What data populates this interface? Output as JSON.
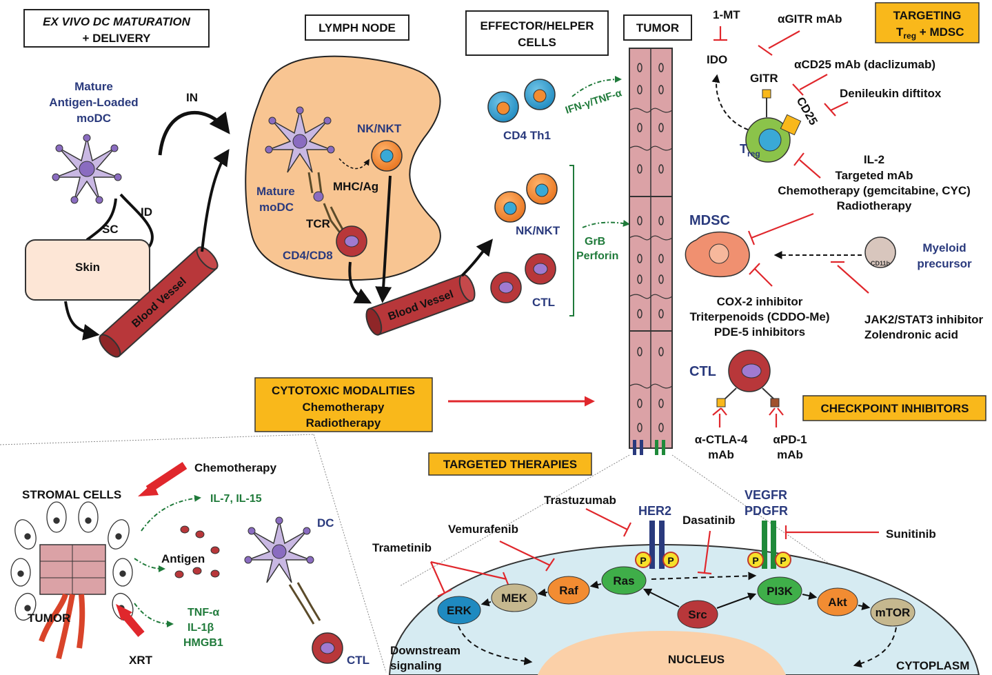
{
  "boxes": {
    "exvivo_line1": "EX VIVO DC MATURATION",
    "exvivo_line2": "+ DELIVERY",
    "lymph_node": "LYMPH NODE",
    "effector_line1": "EFFECTOR/HELPER",
    "effector_line2": "CELLS",
    "tumor": "TUMOR",
    "targeting_line1": "TARGETING",
    "targeting_line2": "T",
    "targeting_sub": "reg",
    "targeting_line2b": " + MDSC",
    "cytotoxic_line1": "CYTOTOXIC MODALITIES",
    "cytotoxic_line2": "Chemotherapy",
    "cytotoxic_line3": "Radiotherapy",
    "checkpoint": "CHECKPOINT INHIBITORS",
    "targeted": "TARGETED THERAPIES"
  },
  "exvivo": {
    "modc_line1": "Mature",
    "modc_line2": "Antigen-Loaded",
    "modc_line3": "moDC",
    "in": "IN",
    "id": "ID",
    "sc": "SC",
    "skin": "Skin",
    "blood_vessel": "Blood Vessel"
  },
  "lymph": {
    "nk_nkt": "NK/NKT",
    "mhc_ag": "MHC/Ag",
    "mature": "Mature",
    "modc": "moDC",
    "tcr": "TCR",
    "cd4cd8": "CD4/CD8",
    "blood_vessel": "Blood Vessel"
  },
  "effector": {
    "ifn": "IFN-γ/TNF-α",
    "cd4th1": "CD4 Th1",
    "nk_nkt": "NK/NKT",
    "ctl": "CTL",
    "grb": "GrB",
    "perforin": "Perforin"
  },
  "targeting": {
    "one_mt": "1-MT",
    "agitr": "αGITR mAb",
    "ido": "IDO",
    "gitr": "GITR",
    "acd25": "αCD25 mAb (daclizumab)",
    "denileukin": "Denileukin diftitox",
    "cd25": "CD25",
    "treg": "T",
    "treg_sub": "reg",
    "il2": "IL-2",
    "targeted_mab": "Targeted mAb",
    "chemo": "Chemotherapy (gemcitabine, CYC)",
    "radio": "Radiotherapy",
    "mdsc": "MDSC",
    "myeloid1": "Myeloid",
    "myeloid2": "precursor",
    "cd11b": "CD11b",
    "cox2": "COX-2 inhibitor",
    "triterp": "Triterpenoids (CDDO-Me)",
    "pde5": "PDE-5 inhibitors",
    "jak": "JAK2/STAT3 inhibitor",
    "zol": "Zolendronic acid"
  },
  "checkpoint": {
    "ctl": "CTL",
    "ctla4_1": "α-CTLA-4",
    "ctla4_2": "mAb",
    "pd1_1": "αPD-1",
    "pd1_2": "mAb"
  },
  "bottom_left": {
    "chemotherapy": "Chemotherapy",
    "stromal": "STROMAL CELLS",
    "il7": "IL-7, IL-15",
    "antigen": "Antigen",
    "dc": "DC",
    "tumor": "TUMOR",
    "tnf": "TNF-α",
    "il1b": "IL-1β",
    "hmgb1": "HMGB1",
    "xrt": "XRT",
    "ctl": "CTL"
  },
  "signaling": {
    "trastuzumab": "Trastuzumab",
    "her2": "HER2",
    "vegfr": "VEGFR",
    "pdgfr": "PDGFR",
    "dasatinib": "Dasatinib",
    "sunitinib": "Sunitinib",
    "vemurafenib": "Vemurafenib",
    "trametinib": "Trametinib",
    "p": "P",
    "ras": "Ras",
    "raf": "Raf",
    "mek": "MEK",
    "erk": "ERK",
    "src": "Src",
    "pi3k": "PI3K",
    "akt": "Akt",
    "mtor": "mTOR",
    "nucleus": "NUCLEUS",
    "cytoplasm": "CYTOPLASM",
    "downstream1": "Downstream",
    "downstream2": "signaling"
  }
}
